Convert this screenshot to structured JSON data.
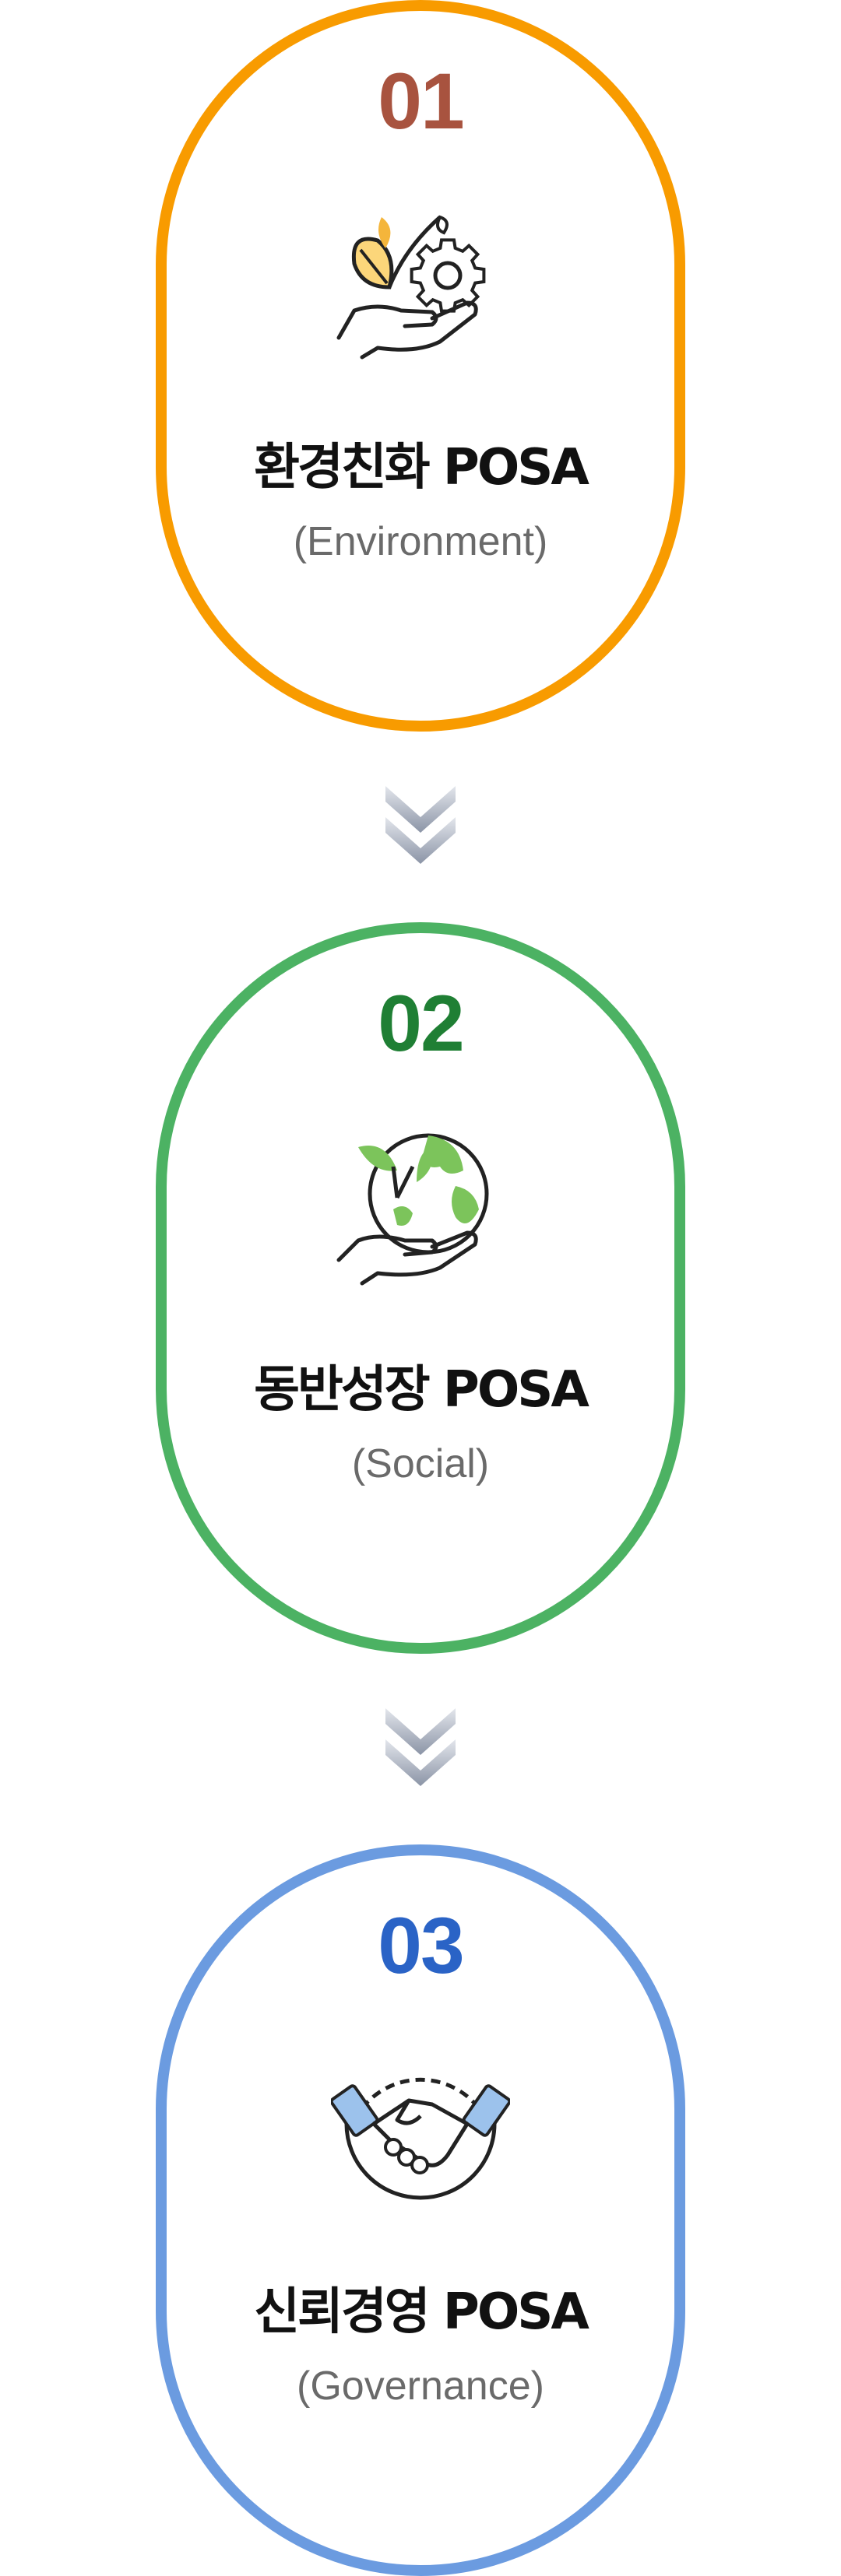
{
  "steps": [
    {
      "number": "01",
      "title": "환경친화 POSA",
      "subtitle": "(Environment)",
      "color": "#f89b00",
      "number_color": "#a8533f",
      "icon": "plant-gear-hand-icon"
    },
    {
      "number": "02",
      "title": "동반성장 POSA",
      "subtitle": "(Social)",
      "color": "#4cb263",
      "number_color": "#1f7f34",
      "icon": "earth-plant-hand-icon"
    },
    {
      "number": "03",
      "title": "신뢰경영 POSA",
      "subtitle": "(Governance)",
      "color": "#6b9be0",
      "number_color": "#2a63c6",
      "icon": "handshake-icon"
    }
  ],
  "connectors": [
    "chevron-down-icon",
    "chevron-down-icon"
  ]
}
